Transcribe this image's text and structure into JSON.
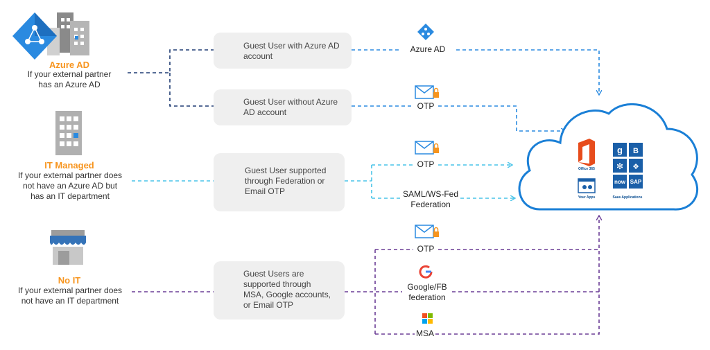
{
  "categories": [
    {
      "title": "Azure AD",
      "description": "If your external partner\nhas an Azure AD"
    },
    {
      "title": "IT Managed",
      "description": "If your external partner does\nnot have an Azure AD but\nhas an IT department"
    },
    {
      "title": "No IT",
      "description": "If your external partner does\nnot have an IT department"
    }
  ],
  "guest_boxes": [
    {
      "text": "Guest User with Azure AD\naccount"
    },
    {
      "text": "Guest User without Azure\nAD account"
    },
    {
      "text": "Guest User supported\nthrough Federation or\nEmail OTP"
    },
    {
      "text": "Guest Users are\nsupported through\nMSA, Google accounts,\nor Email OTP"
    }
  ],
  "methods": {
    "azure_ad": "Azure AD",
    "otp_1": "OTP",
    "otp_2": "OTP",
    "saml": "SAML/WS-Fed\nFederation",
    "otp_3": "OTP",
    "google_fb": "Google/FB\nfederation",
    "msa": "MSA"
  },
  "cloud": {
    "office365": "Office 365",
    "your_apps": "Your Apps",
    "saas": "Saas Applications",
    "now": "now",
    "sap": "SAP"
  },
  "colors": {
    "azure_line": "#1f3c73",
    "azure_blue": "#2a8ae0",
    "it_line": "#48c3e8",
    "noit_line": "#6b3d96",
    "orange": "#f7941d",
    "cloud_border": "#1a7fd6"
  }
}
